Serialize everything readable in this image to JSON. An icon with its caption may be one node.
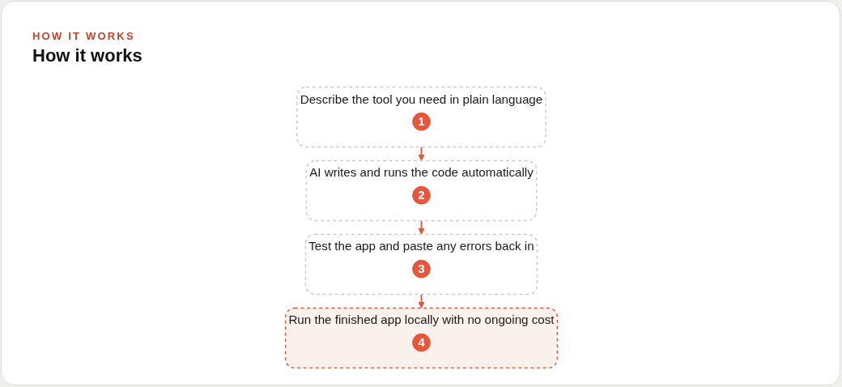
{
  "diagram": {
    "title": "How it works",
    "nodes": [
      {
        "text": [
          "Describe the tool you need in plain language"
        ]
      },
      {
        "text": [
          "1"
        ],
        "in": 0
      },
      {
        "text": [
          "AI writes and runs the code automatically"
        ]
      },
      {
        "text": [
          "2"
        ],
        "in": 2
      },
      {
        "text": [
          "Test the app and paste any errors back in"
        ]
      },
      {
        "text": [
          "3"
        ],
        "in": 4
      },
      {
        "text": [
          "Run the finished app locally with no ongoing cost"
        ]
      },
      {
        "text": [
          "4"
        ],
        "in": 6
      }
    ],
    "edges": [
      {
        "from": 0,
        "to": 2,
        "arrow": "to"
      },
      {
        "from": 2,
        "to": 4,
        "arrow": "to"
      },
      {
        "from": 4,
        "to": 6,
        "arrow": "to"
      }
    ],
    "labels": [
      "HOW IT WORKS"
    ]
  }
}
